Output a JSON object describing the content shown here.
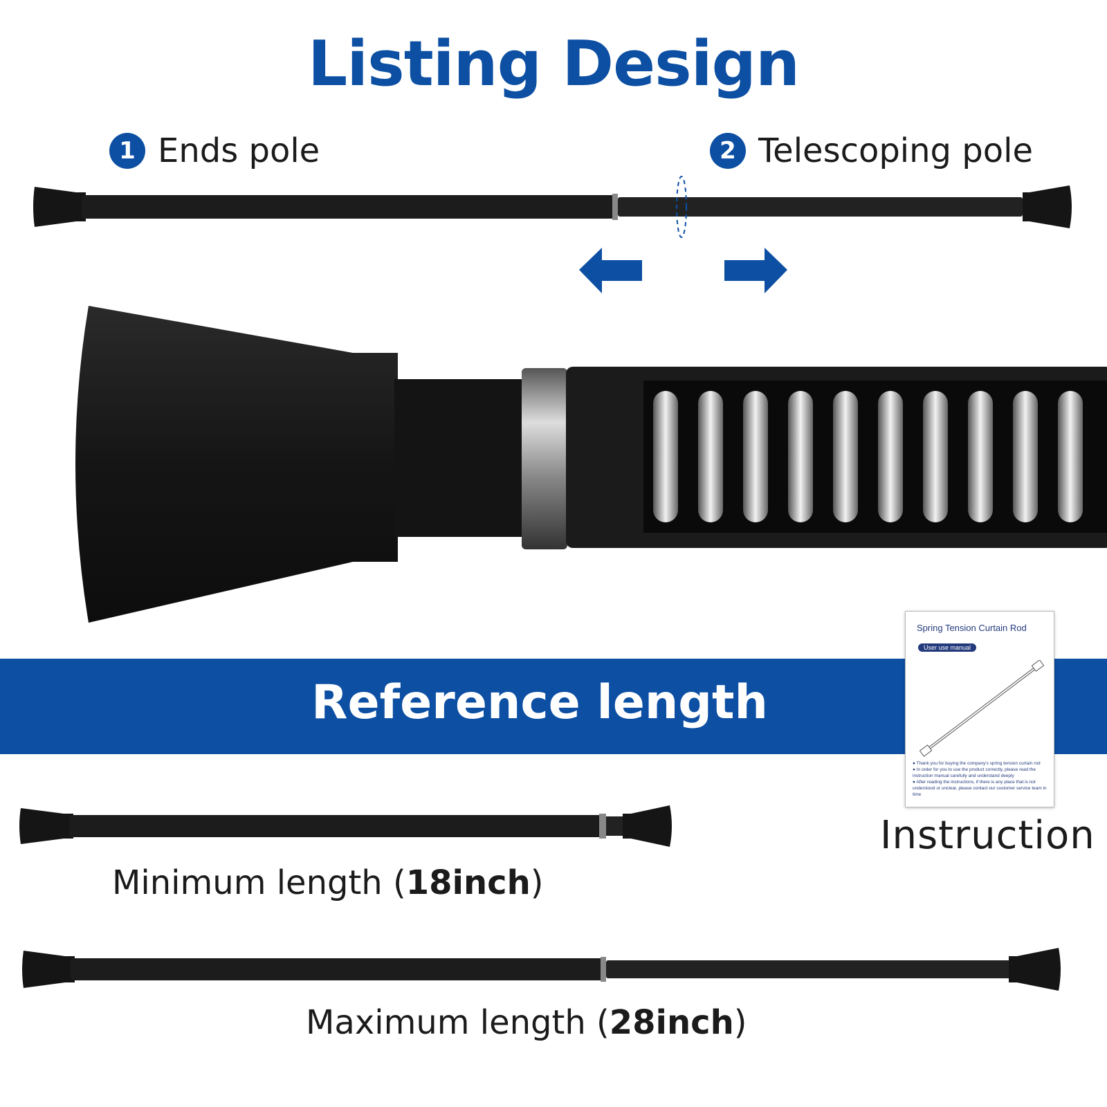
{
  "title": "Listing Design",
  "features": [
    {
      "number": "1",
      "label": "Ends pole"
    },
    {
      "number": "2",
      "label": "Telescoping pole"
    }
  ],
  "reference_heading": "Reference length",
  "min_length": {
    "label": "Minimum length (",
    "value": "18inch",
    "close": ")"
  },
  "max_length": {
    "label": "Maximum length (",
    "value": "28inch",
    "close": ")"
  },
  "manual": {
    "title": "Spring Tension Curtain Rod",
    "tag": "User use manual",
    "notes": [
      "Thank you for buying the company's spring tension curtain rod",
      "In order for you to use the product correctly, please read the instruction manual carefully and understand deeply",
      "After reading the instructions, if there is any place that is not understood or unclear, please contact our customer service team in time"
    ]
  },
  "instruction_label": "Instruction",
  "colors": {
    "brand_blue": "#0c4fa3",
    "rod_black": "#1a1a1a"
  }
}
